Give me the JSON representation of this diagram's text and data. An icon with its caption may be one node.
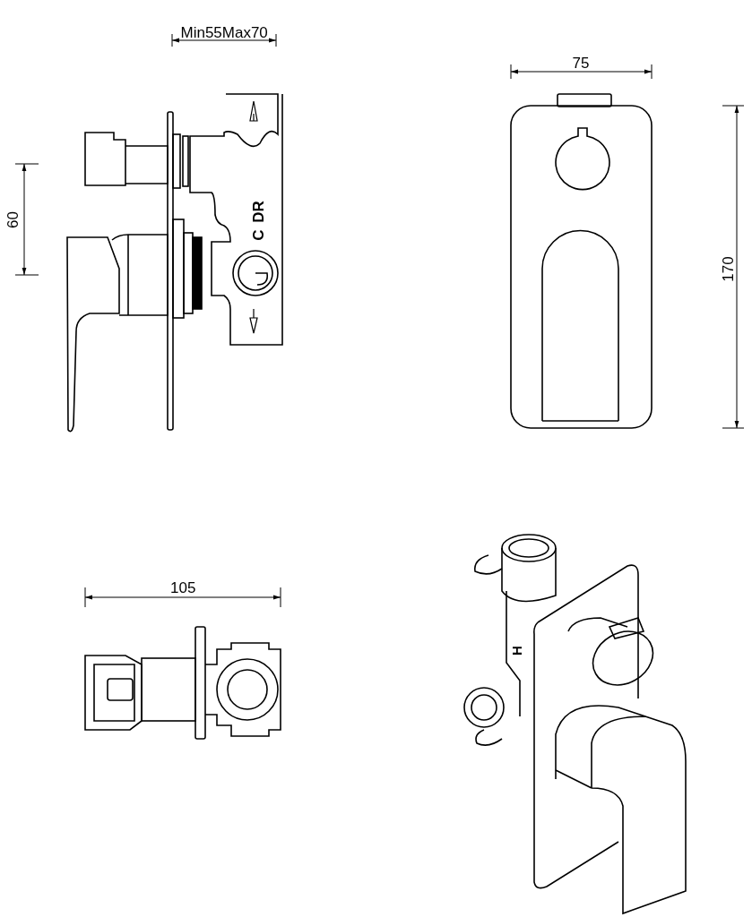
{
  "diagram": {
    "labels": [
      "Min55Max70",
      "75",
      "60",
      "DR",
      "C",
      "170",
      "105",
      "H"
    ]
  }
}
